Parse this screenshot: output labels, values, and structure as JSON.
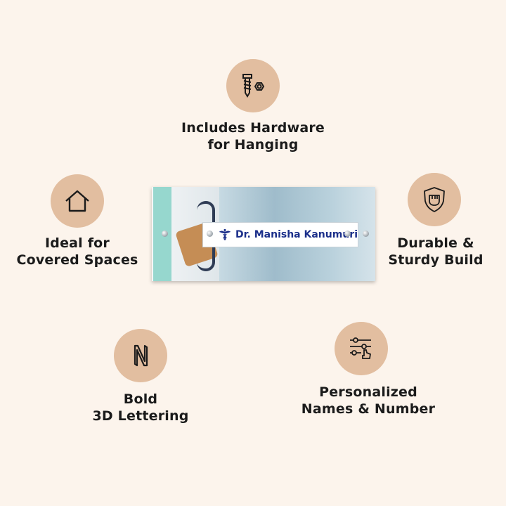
{
  "colors": {
    "background": "#fcf4ec",
    "circle": "#e2bea0",
    "text": "#1b1b1b",
    "name_text": "#1b2f8a"
  },
  "features": {
    "hardware": {
      "icon": "screw-nut-icon",
      "line1": "Includes Hardware",
      "line2": "for Hanging"
    },
    "covered": {
      "icon": "house-icon",
      "line1": "Ideal for",
      "line2": "Covered Spaces"
    },
    "durable": {
      "icon": "fist-shield-icon",
      "line1": "Durable &",
      "line2": "Sturdy Build"
    },
    "bold3d": {
      "icon": "letter-n-icon",
      "line1": "Bold",
      "line2": "3D Lettering"
    },
    "personalized": {
      "icon": "sliders-hand-icon",
      "line1": "Personalized",
      "line2": "Names & Number"
    }
  },
  "product": {
    "name": "Dr. Manisha Kanumuri",
    "emblem": "caduceus-icon"
  }
}
